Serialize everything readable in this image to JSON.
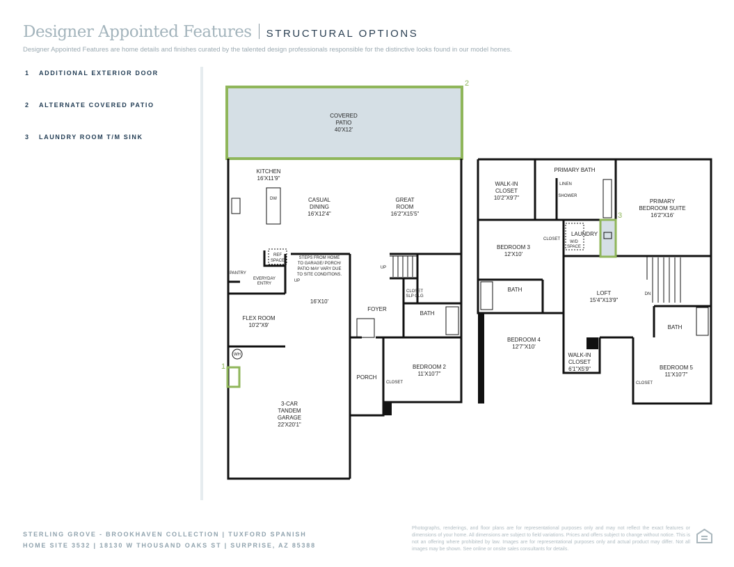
{
  "header": {
    "title": "Designer Appointed Features",
    "subtitle": "STRUCTURAL OPTIONS",
    "description": "Designer Appointed Features are home details and finishes curated by the talented design professionals responsible for the distinctive looks found in our model homes."
  },
  "options": [
    {
      "num": "1",
      "label": "ADDITIONAL EXTERIOR DOOR"
    },
    {
      "num": "2",
      "label": "ALTERNATE COVERED PATIO"
    },
    {
      "num": "3",
      "label": "LAUNDRY ROOM T/M SINK"
    }
  ],
  "first_floor": {
    "patio": {
      "name1": "COVERED",
      "name2": "PATIO",
      "size": "40'X12'"
    },
    "kitchen": {
      "name": "KITCHEN",
      "size": "16'X11'9\""
    },
    "dw": "DW",
    "dining": {
      "name1": "CASUAL",
      "name2": "DINING",
      "size": "16'X12'4\""
    },
    "great": {
      "name1": "GREAT",
      "name2": "ROOM",
      "size": "16'2\"X15'5\""
    },
    "ref": {
      "l1": "REF",
      "l2": "SPACE"
    },
    "pantry": "PANTRY",
    "entry": {
      "l1": "EVERYDAY",
      "l2": "ENTRY"
    },
    "up1": "UP",
    "up2": "UP",
    "note": [
      "STEPS FROM HOME",
      "TO GARAGE/ PORCH/",
      "PATIO MAY VARY DUE",
      "TO SITE CONDITIONS."
    ],
    "garage_ext": "16'X10'",
    "closet_slp": {
      "l1": "CLOSET",
      "l2": "SLP CLG"
    },
    "foyer": "FOYER",
    "bath": "BATH",
    "flex": {
      "name": "FLEX ROOM",
      "size": "10'2\"X9'"
    },
    "wh": "WH",
    "porch": "PORCH",
    "bed2": {
      "name": "BEDROOM 2",
      "size": "11'X10'7\""
    },
    "closet": "CLOSET",
    "garage": {
      "l1": "3-CAR",
      "l2": "TANDEM",
      "l3": "GARAGE",
      "size": "22'X20'1\""
    }
  },
  "second_floor": {
    "wic1": {
      "l1": "WALK-IN",
      "l2": "CLOSET",
      "size": "10'2\"X9'7\""
    },
    "pbath": "PRIMARY BATH",
    "linen": "LINEN",
    "shower": "SHOWER",
    "primary": {
      "l1": "PRIMARY",
      "l2": "BEDROOM SUITE",
      "size": "16'2\"X16'"
    },
    "bed3": {
      "name": "BEDROOM 3",
      "size": "12'X10'"
    },
    "closet": "CLOSET",
    "laundry": "LAUNDRY",
    "wd": {
      "l1": "W/D",
      "l2": "SPACE"
    },
    "bath": "BATH",
    "loft": {
      "name": "LOFT",
      "size": "15'4\"X13'9\""
    },
    "dn": "DN",
    "bed4": {
      "name": "BEDROOM 4",
      "size": "12'7\"X10'"
    },
    "wic2": {
      "l1": "WALK-IN",
      "l2": "CLOSET",
      "size": "6'1\"X5'9\""
    },
    "bath2": "BATH",
    "bed5": {
      "name": "BEDROOM 5",
      "size": "11'X10'7\""
    },
    "closet2": "CLOSET"
  },
  "footer": {
    "line1": "STERLING GROVE - BROOKHAVEN COLLECTION  |  TUXFORD SPANISH",
    "line2": "HOME SITE 3532  |  18130 W THOUSAND OAKS ST  |  SURPRISE, AZ 85388",
    "disclaimer": "Photographs, renderings, and floor plans are for representational purposes only and may not reflect the exact features or dimensions of your home. All dimensions are subject to field variations. Prices and offers subject to change without notice. This is not an offering where prohibited by law. Images are for representational purposes only and actual product may differ. Not all images may be shown. See online or onsite sales consultants for details."
  },
  "colors": {
    "highlight": "#8fb65a",
    "highlight_fill": "#d5dfe5",
    "navy": "#1f3a52"
  }
}
